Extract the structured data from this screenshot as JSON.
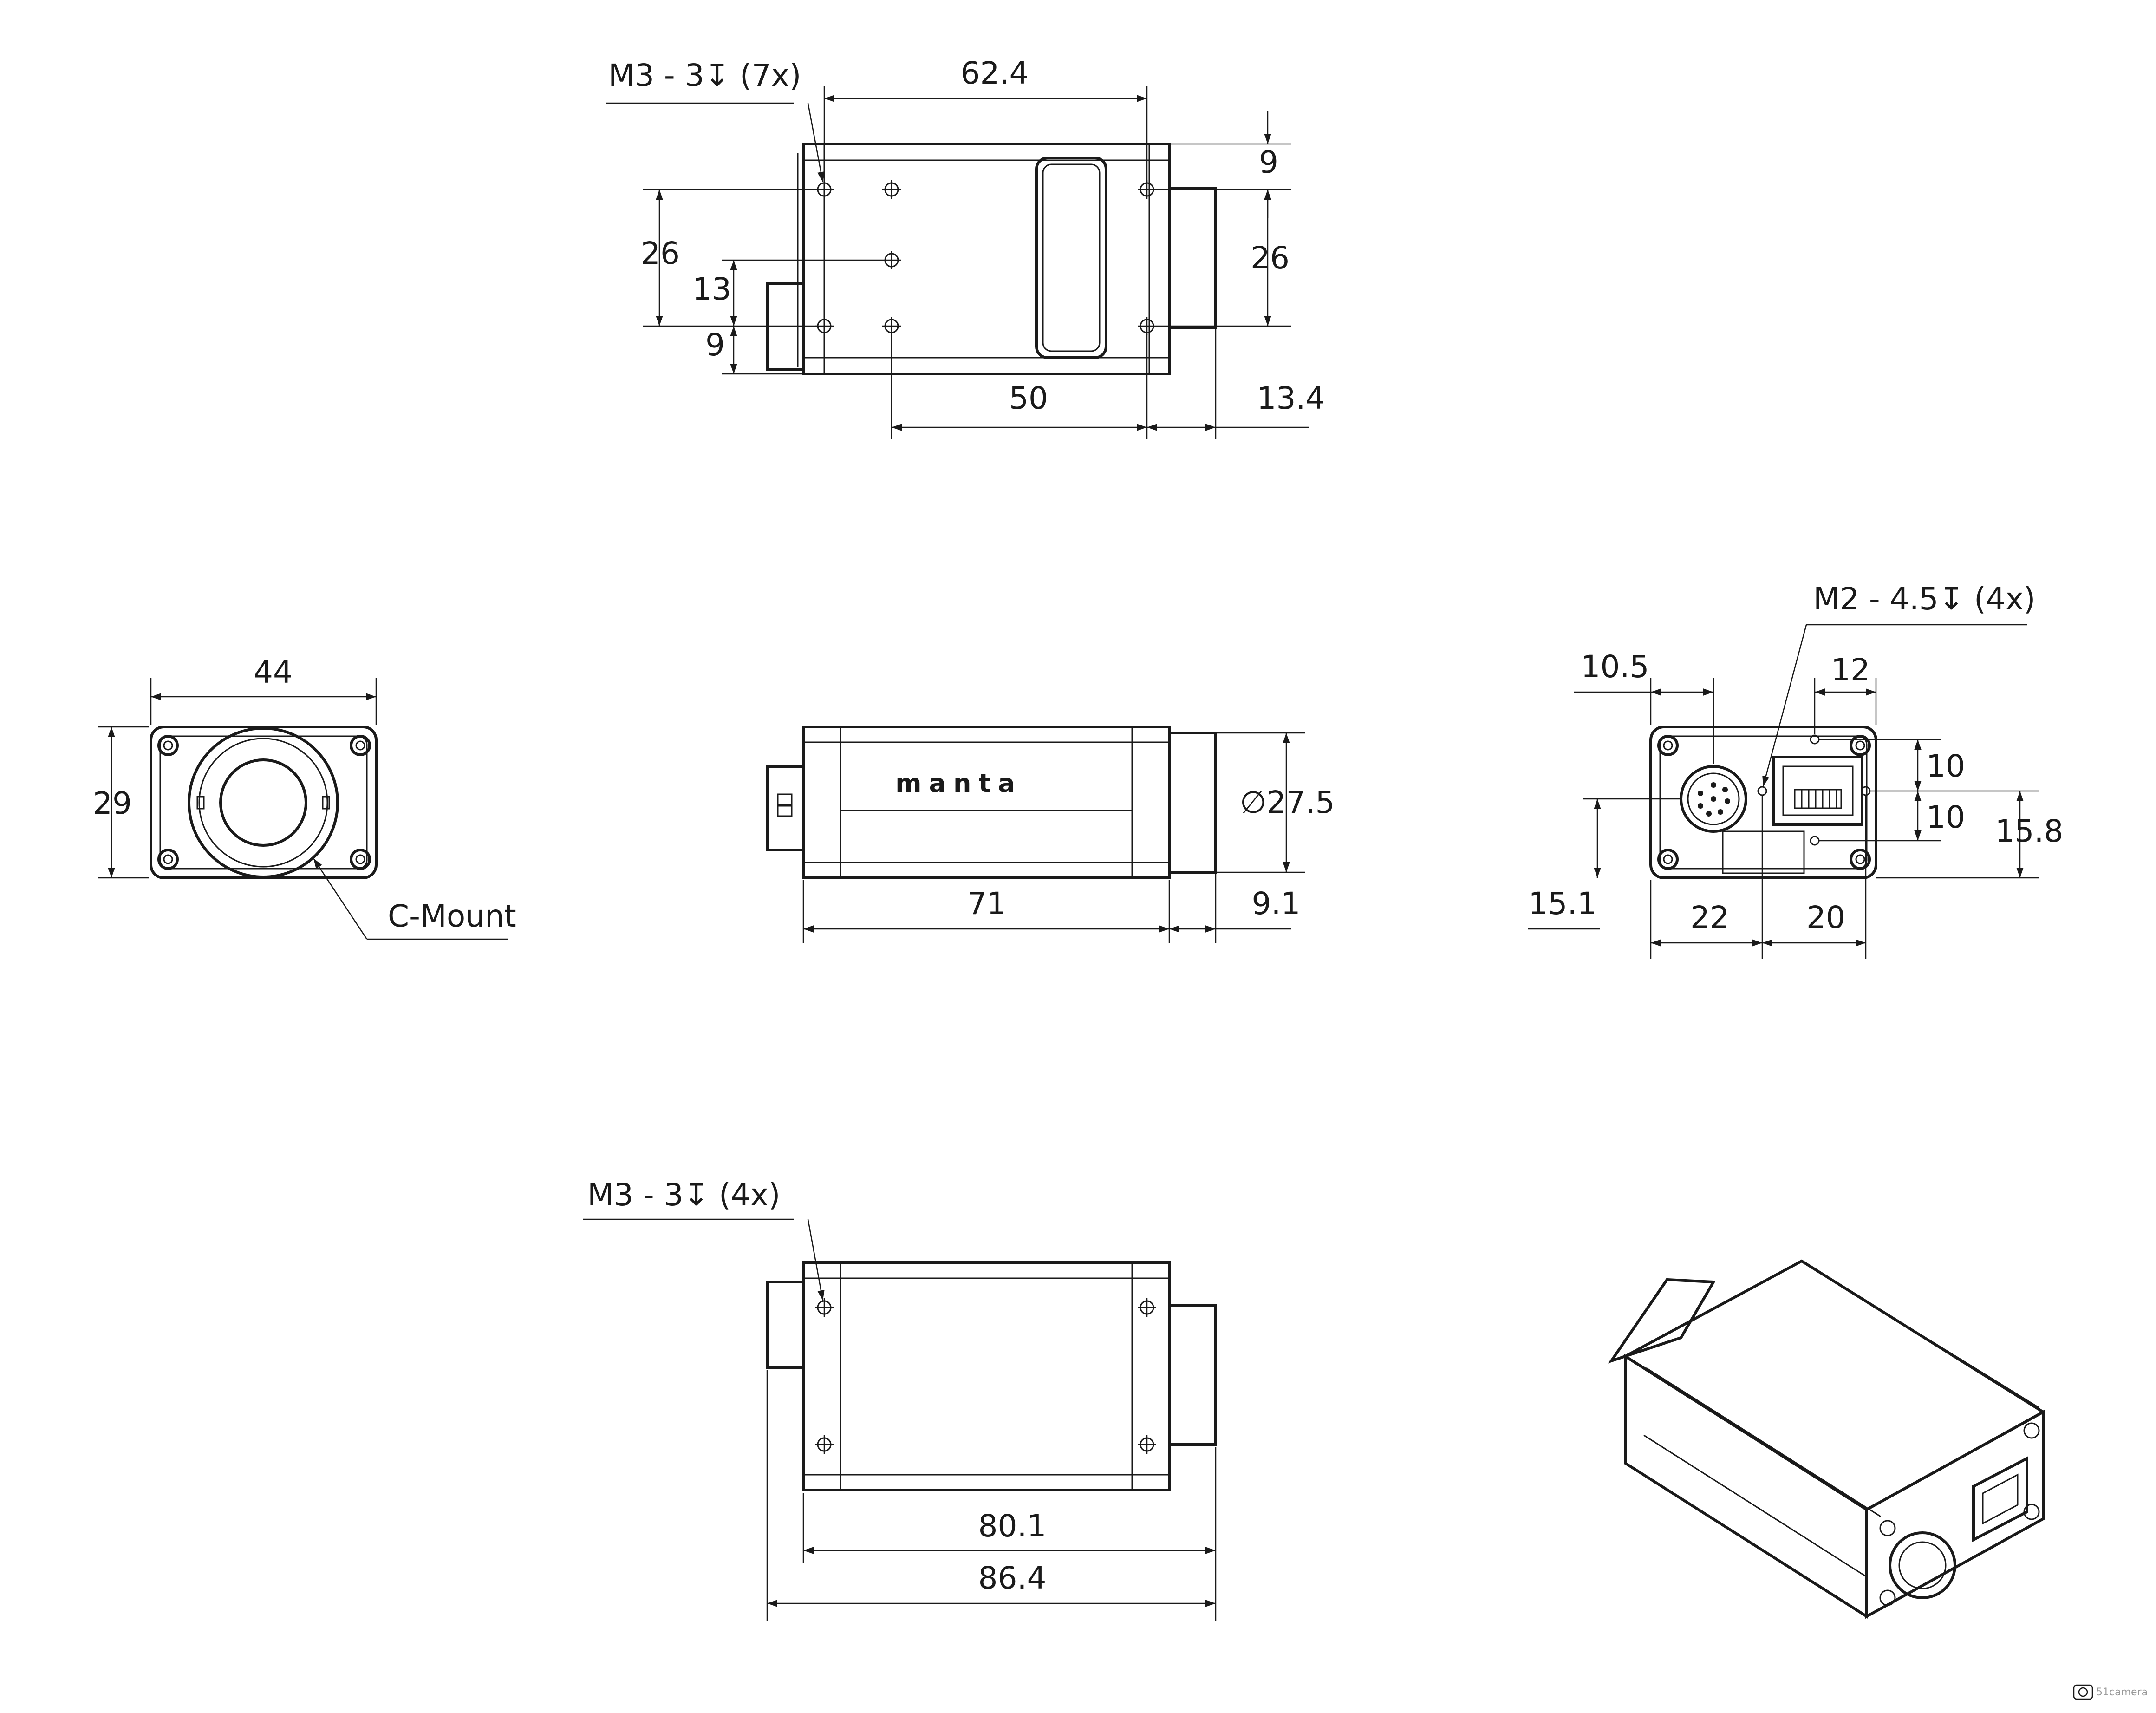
{
  "top_view": {
    "callout": "M3 - 3↧ (7x)",
    "dims": {
      "length": "62.4",
      "edge_offset": "9",
      "spacing_left": "26",
      "spacing_right": "26",
      "center_offset": "13",
      "bottom_offset": "9",
      "hole_span": "50",
      "lens_protrusion": "13.4"
    }
  },
  "front_view": {
    "width": "44",
    "height": "29",
    "mount_label": "C-Mount"
  },
  "side_view": {
    "logo": "manta",
    "body_length": "71",
    "lens_length": "9.1",
    "lens_diameter": "∅27.5"
  },
  "rear_view": {
    "callout": "M2 - 4.5↧  (4x)",
    "dims": {
      "connector_offset": "10.5",
      "rj45_width": "12",
      "upper_spacing": "10",
      "lower_spacing": "10",
      "height_right": "15.8",
      "height_left": "15.1",
      "width_left": "22",
      "width_right": "20"
    }
  },
  "bottom_view": {
    "callout": "M3 - 3↧  (4x)",
    "dims": {
      "body_length": "80.1",
      "total_length": "86.4"
    }
  },
  "watermark": "51camera"
}
